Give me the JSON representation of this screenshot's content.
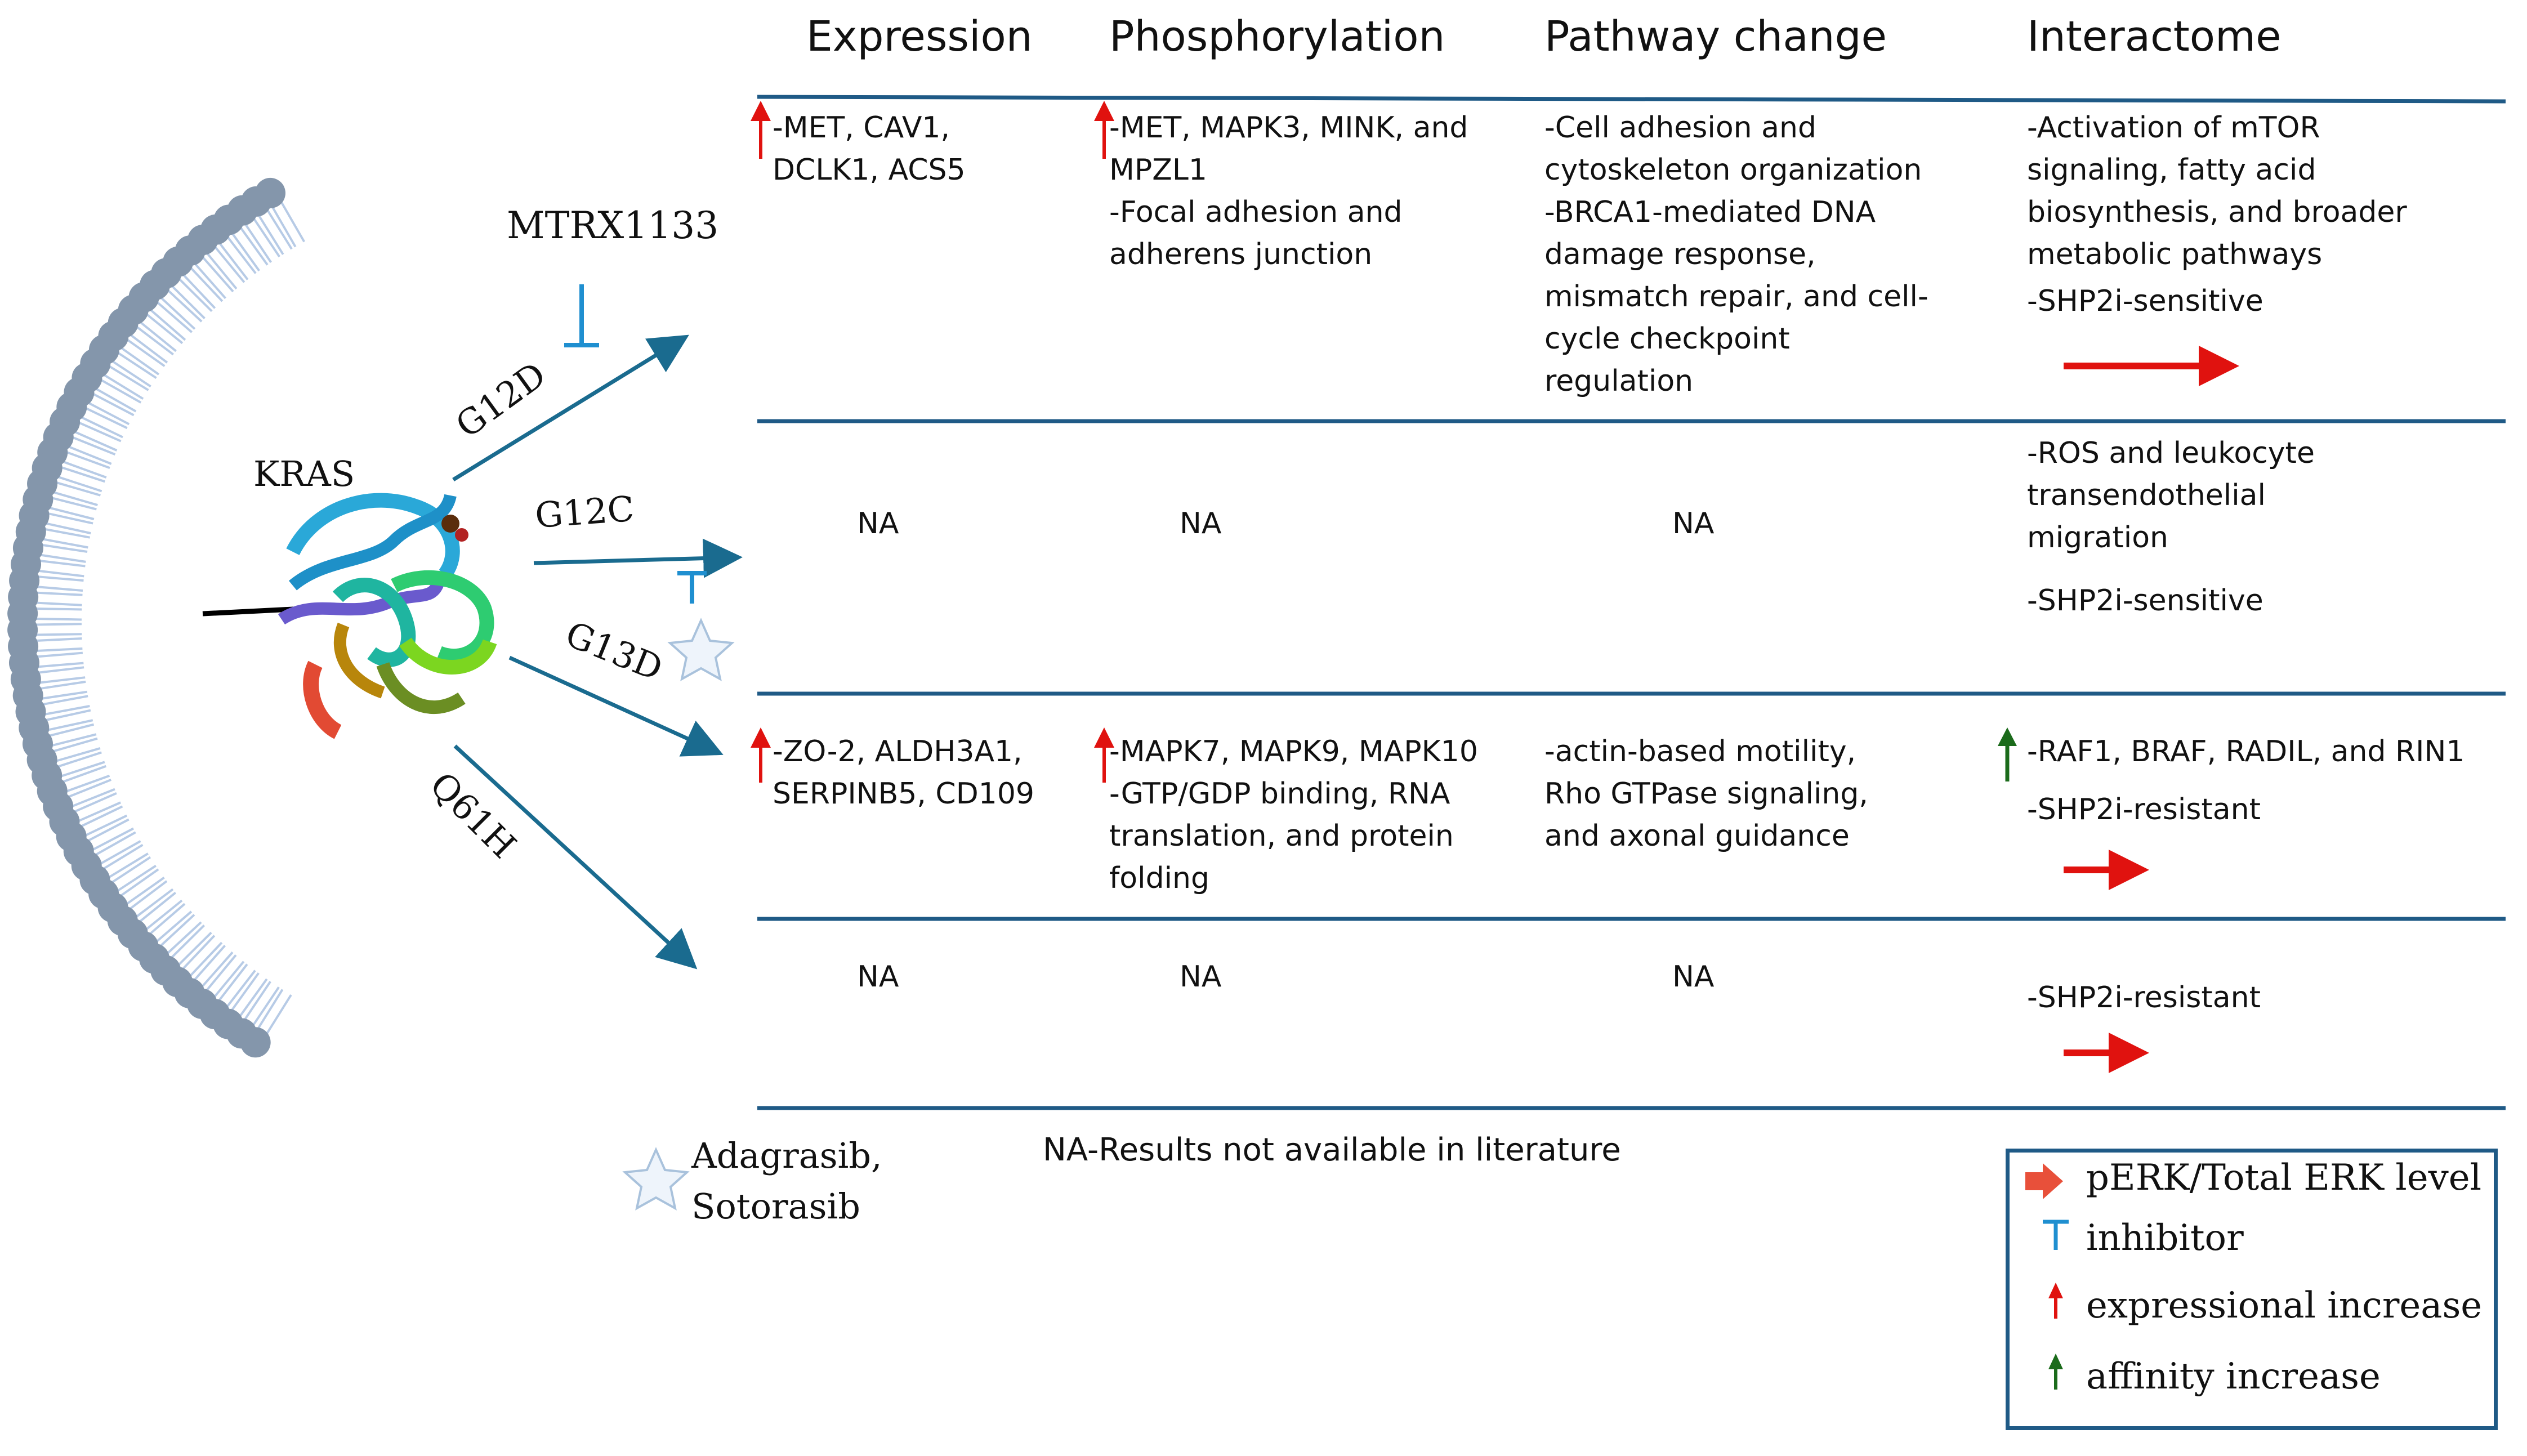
{
  "columns": {
    "expression": "Expression",
    "phosphorylation": "Phosphorylation",
    "pathway": "Pathway change",
    "interactome": "Interactome"
  },
  "rows": [
    {
      "mutation": "G12D",
      "expression": [
        "-MET, CAV1,",
        "DCLK1,  ACS5"
      ],
      "phosphorylation": [
        "-MET, MAPK3, MINK, and",
        "MPZL1",
        "-Focal adhesion and",
        "adherens junction"
      ],
      "pathway": [
        "-Cell adhesion and",
        "cytoskeleton organization",
        "-BRCA1-mediated DNA",
        "damage response,",
        "mismatch repair, and cell-",
        "cycle checkpoint",
        "regulation"
      ],
      "interactome": [
        "-Activation of mTOR",
        "signaling, fatty acid",
        "biosynthesis, and broader",
        "metabolic pathways"
      ],
      "shp2": "-SHP2i-sensitive"
    },
    {
      "mutation": "G12C",
      "expression": "NA",
      "phosphorylation": "NA",
      "pathway": "NA",
      "interactome": [
        "-ROS and leukocyte",
        "transendothelial",
        "migration"
      ],
      "shp2": "-SHP2i-sensitive"
    },
    {
      "mutation": "G13D",
      "expression": [
        "-ZO-2, ALDH3A1,",
        "SERPINB5, CD109"
      ],
      "phosphorylation": [
        "-MAPK7, MAPK9, MAPK10",
        "-GTP/GDP binding, RNA",
        "translation, and protein",
        "folding"
      ],
      "pathway": [
        "-actin-based motility,",
        "Rho GTPase signaling,",
        "and axonal guidance"
      ],
      "interactome": [
        "-RAF1, BRAF, RADIL, and RIN1"
      ],
      "shp2": "-SHP2i-resistant"
    },
    {
      "mutation": "Q61H",
      "expression": "NA",
      "phosphorylation": "NA",
      "pathway": "NA",
      "interactome": [],
      "shp2": "-SHP2i-resistant"
    }
  ],
  "labels": {
    "kras": "KRAS",
    "mtrx": "MTRX1133",
    "drugs_line1": "Adagrasib,",
    "drugs_line2": "Sotorasib",
    "footnote": "NA-Results not available  in literature"
  },
  "legend": {
    "perk": "pERK/Total ERK level",
    "inhibitor": "inhibitor",
    "expression_increase": "expressional increase",
    "affinity_increase": "affinity increase"
  },
  "colors": {
    "arrow_blue": "#1a6b8f",
    "inhibitor_blue": "#1f8fd0",
    "red": "#e0120f",
    "green": "#1b6b1b",
    "membrane_head": "#8496ab",
    "membrane_tail": "#b7cbe6",
    "rule": "#1f5a86"
  }
}
